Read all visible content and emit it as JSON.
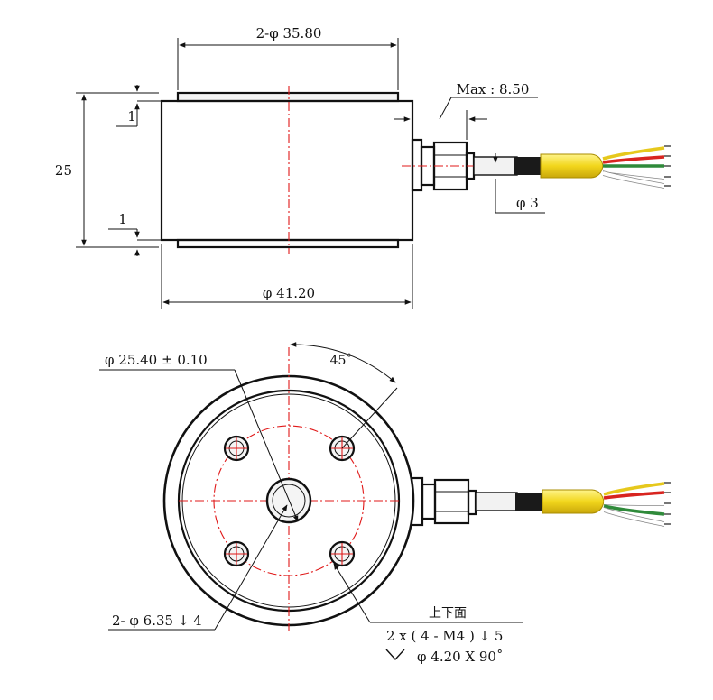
{
  "side_view": {
    "top_diameter": "2-φ 35.80",
    "step_top": "1",
    "height": "25",
    "step_bottom": "1",
    "cable_max": "Max : 8.50",
    "cable_diameter": "φ 3",
    "outer_diameter": "φ 41.20"
  },
  "top_view": {
    "bolt_circle": "φ 25.40 ± 0.10",
    "angle": "45˚",
    "counterbore": "2- φ 6.35 ↓ 4",
    "faces_note": "上下面",
    "thread_note": "2 x ( 4 -  M4 ) ↓ 5",
    "chamfer_note": "φ  4.20 X 90˚"
  },
  "colors": {
    "centerline": "#e01818",
    "connector_sleeve": "#f2d61c",
    "wire_red": "#d8241f",
    "wire_yellow": "#e6c81c",
    "wire_green": "#2f8a3a",
    "wire_white": "#f5f5f5"
  }
}
